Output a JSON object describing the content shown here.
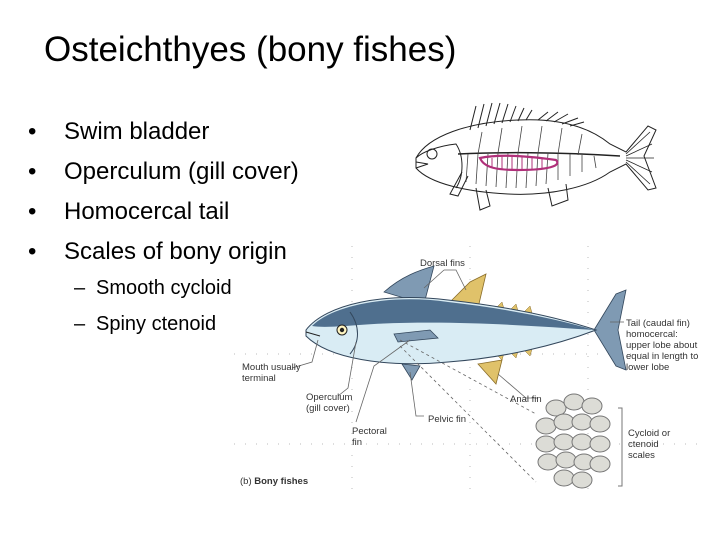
{
  "slide": {
    "title": "Osteichthyes (bony fishes)",
    "bullets": [
      "Swim bladder",
      "Operculum (gill cover)",
      "Homocercal tail",
      "Scales of bony origin"
    ],
    "sub_bullets": [
      "Smooth cycloid",
      "Spiny ctenoid"
    ],
    "bullet_glyph": "•",
    "sub_bullet_glyph": "–"
  },
  "figure": {
    "caption_prefix": "(b)",
    "caption_bold": "Bony fishes",
    "labels": {
      "dorsal_fins": "Dorsal fins",
      "tail_1": "Tail (caudal fin)",
      "tail_2": "homocercal:",
      "tail_3": "upper lobe about",
      "tail_4": "equal in length to",
      "tail_5": "lower lobe",
      "mouth_1": "Mouth usually",
      "mouth_2": "terminal",
      "operculum_1": "Operculum",
      "operculum_2": "(gill cover)",
      "anal_fin": "Anal fin",
      "pelvic_fin": "Pelvic fin",
      "pectoral_1": "Pectoral",
      "pectoral_2": "fin",
      "scales_1": "Cycloid or",
      "scales_2": "ctenoid",
      "scales_3": "scales"
    },
    "colors": {
      "fish_back": "#4f6f8e",
      "fish_belly": "#d9ecf4",
      "swim_bladder": "#b0307a",
      "fin_yellow": "#e0c26a"
    }
  }
}
